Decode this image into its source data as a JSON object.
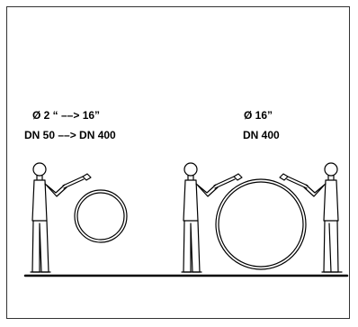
{
  "left_case": {
    "diameter_range": "Ø  2 “ ––> 16”",
    "dn_range": "DN 50  ––> DN 400"
  },
  "right_case": {
    "diameter": "Ø  16”",
    "dn": "DN 400"
  },
  "colors": {
    "line": "#000000",
    "frame": "#333333"
  }
}
